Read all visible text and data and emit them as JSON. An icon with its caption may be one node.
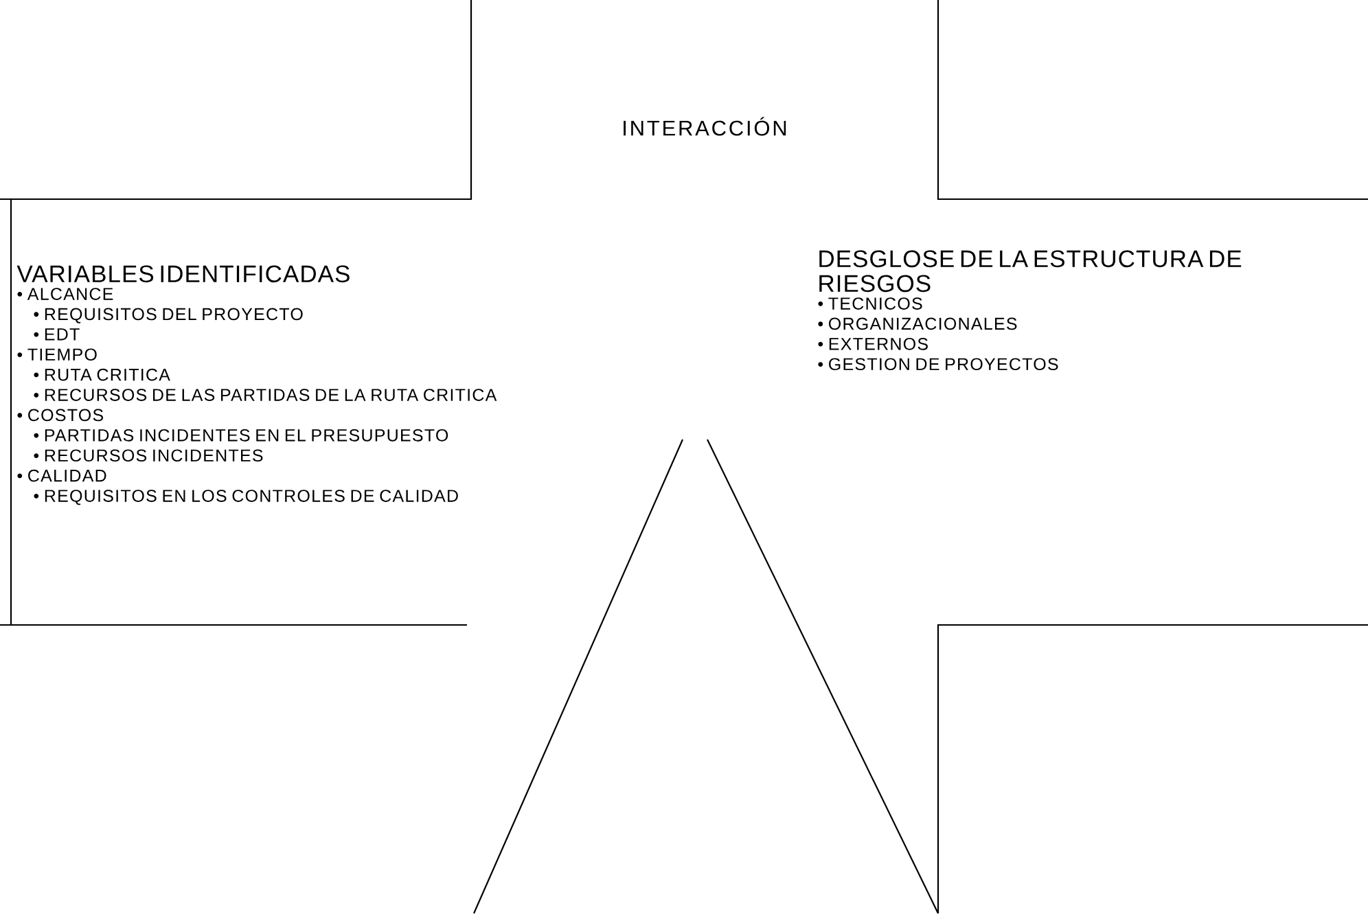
{
  "diagram": {
    "nodes": [
      {
        "text": [
          "INTERACCIÓN"
        ]
      },
      {
        "text": [
          "VARIABLES IDENTIFICADAS",
          "• ALCANCE",
          "• REQUISITOS DEL PROYECTO",
          "• EDT",
          "• TIEMPO",
          "• RUTA CRITICA",
          "• RECURSOS DE LAS PARTIDAS DE LA RUTA CRITICA",
          "• COSTOS",
          "• PARTIDAS INCIDENTES EN EL PRESUPUESTO",
          "• RECURSOS INCIDENTES",
          "• CALIDAD",
          "• REQUISITOS EN LOS CONTROLES DE CALIDAD"
        ]
      },
      {
        "text": [
          "DESGLOSE DE LA ESTRUCTURA DE RIESGOS",
          "• TECNICOS",
          "• ORGANIZACIONALES",
          "• EXTERNOS",
          "• GESTION DE PROYECTOS"
        ]
      }
    ],
    "edges": []
  }
}
